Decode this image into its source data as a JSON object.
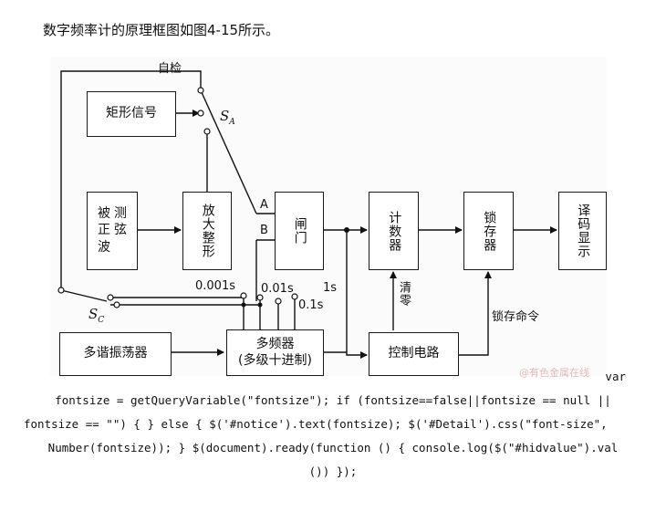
{
  "caption": "数字频率计的原理框图如图4-15所示。",
  "blocks": {
    "rect_signal": "矩形信号",
    "measured_sine": [
      "被",
      "测",
      "正",
      "弦",
      "波"
    ],
    "amp_shape": "放大整形",
    "gate": "闸门",
    "counter": "计数器",
    "latch": "锁存器",
    "decode_display": "译码显示",
    "multivibrator": "多谐振荡器",
    "divider_line1": "多频器",
    "divider_line2": "(多级十进制)",
    "control": "控制电路"
  },
  "labels": {
    "self_check": "自检",
    "sa": "S",
    "sa_sub": "A",
    "sc": "S",
    "sc_sub": "C",
    "a": "A",
    "b": "B",
    "t0001": "0.001s",
    "t001": "0.01s",
    "t01": "0.1s",
    "t1": "1s",
    "clear": "清零",
    "latch_cmd": "锁存命令"
  },
  "watermark": "@有色金属在线",
  "code_lines": [
    "var",
    "fontsize = getQueryVariable(\"fontsize\"); if (fontsize==false||fontsize == null ||",
    "fontsize == \"\") { } else { $('#notice').text(fontsize); $('#Detail').css(\"font-size\",",
    "Number(fontsize)); } $(document).ready(function () { console.log($(\"#hidvalue\").val",
    "()) });"
  ]
}
